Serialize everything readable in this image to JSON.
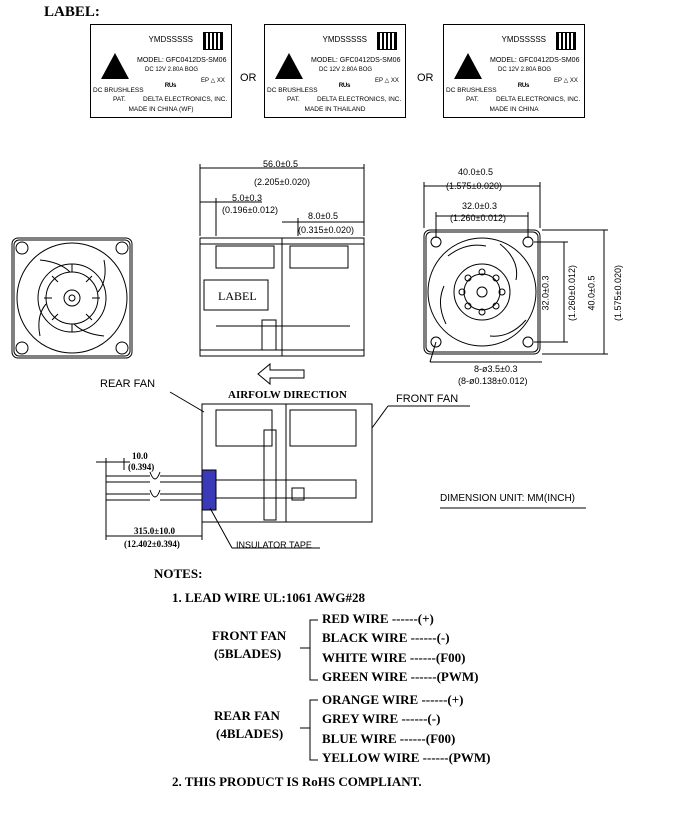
{
  "label_section": {
    "heading": "LABEL:",
    "or_text": "OR",
    "cards": [
      {
        "code": "YMDSSSSS",
        "model": "MODEL: GFC0412DS-SM06",
        "rating": "DC 12V 2.80A BOG",
        "brushless": "DC BRUSHLESS",
        "pat": "PAT.",
        "maker": "DELTA ELECTRONICS, INC.",
        "origin": "MADE IN CHINA (WF)",
        "ep": "EP",
        "xx": "XX"
      },
      {
        "code": "YMDSSSSS",
        "model": "MODEL: GFC0412DS-SM06",
        "rating": "DC 12V 2.80A BOG",
        "brushless": "DC BRUSHLESS",
        "pat": "PAT.",
        "maker": "DELTA ELECTRONICS, INC.",
        "origin": "MADE IN THAILAND",
        "ep": "EP",
        "xx": "XX"
      },
      {
        "code": "YMDSSSSS",
        "model": "MODEL: GFC0412DS-SM06",
        "rating": "DC 12V 2.80A BOG",
        "brushless": "DC BRUSHLESS",
        "pat": "PAT.",
        "maker": "DELTA ELECTRONICS, INC.",
        "origin": "MADE IN CHINA",
        "ep": "EP",
        "xx": "XX"
      }
    ]
  },
  "dimensions": {
    "length": "56.0±0.5",
    "length_in": "(2.205±0.020)",
    "offset": "5.0±0.3",
    "offset_in": "(0.196±0.012)",
    "gap": "8.0±0.5",
    "gap_in": "(0.315±0.020)",
    "width": "40.0±0.5",
    "width_in": "(1.575±0.020)",
    "hole_pitch": "32.0±0.3",
    "hole_pitch_in": "(1.260±0.012)",
    "v_hole_pitch": "32.0±0.3",
    "v_hole_pitch_in": "(1.260±0.012)",
    "v_width": "40.0±0.5",
    "v_width_in": "(1.575±0.020)",
    "holes": "8-ø3.5±0.3",
    "holes_in": "(8-ø0.138±0.012)",
    "strip": "10.0",
    "strip_in": "(0.394)",
    "lead_len": "315.0±10.0",
    "lead_len_in": "(12.402±0.394)"
  },
  "side_view": {
    "label_box": "LABEL",
    "airflow": "AIRFOLW DIRECTION",
    "rear_fan": "REAR FAN",
    "front_fan": "FRONT FAN",
    "insulator": "INSULATOR TAPE",
    "unit": "DIMENSION UNIT: MM(INCH)"
  },
  "notes": {
    "heading": "NOTES:",
    "note1": "1. LEAD WIRE UL:1061 AWG#28",
    "front_fan_label_1": "FRONT FAN",
    "front_fan_label_2": "(5BLADES)",
    "front_wires": [
      "RED WIRE ------(+)",
      "BLACK WIRE ------(-)",
      "WHITE WIRE ------(F00)",
      "GREEN WIRE ------(PWM)"
    ],
    "rear_fan_label_1": "REAR FAN",
    "rear_fan_label_2": "(4BLADES)",
    "rear_wires": [
      "ORANGE WIRE ------(+)",
      "GREY WIRE ------(-)",
      "BLUE WIRE ------(F00)",
      "YELLOW WIRE ------(PWM)"
    ],
    "note2": "2. THIS PRODUCT IS RoHS COMPLIANT."
  },
  "colors": {
    "insulator_tape": "#3a3ab8"
  }
}
